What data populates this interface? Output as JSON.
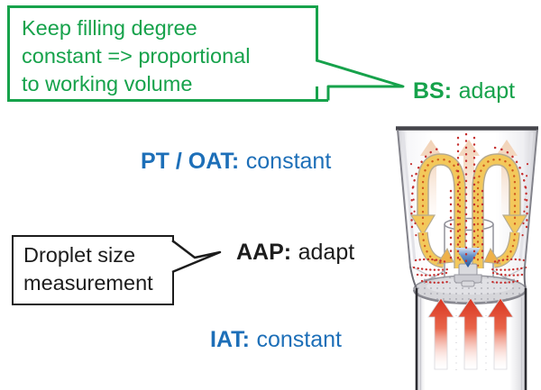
{
  "colors": {
    "green": "#16a24b",
    "blue": "#1d6fb8",
    "dark": "#1c1c1c",
    "yellow": "#f3c85b",
    "yellow-outline": "#b5aa90",
    "dot-orange": "#cf5a1e",
    "dot-red": "#c62f2e",
    "arrow-red": "#da3823",
    "peach": "#f1d2b6",
    "plate-grey": "#d6d6da",
    "wall-grey": "#83838b",
    "wall-dark": "#2c2c31"
  },
  "callouts": {
    "filling_degree": {
      "lines": [
        "Keep filling degree",
        "constant => proportional",
        "to working volume"
      ]
    },
    "droplet_size": {
      "lines": [
        "Droplet size",
        "measurement"
      ]
    }
  },
  "labels": {
    "bs": {
      "key": "BS:",
      "value": "adapt"
    },
    "pt_oat": {
      "key": "PT / OAT:",
      "value": "constant"
    },
    "aap": {
      "key": "AAP:",
      "value": "adapt"
    },
    "iat": {
      "key": "IAT:",
      "value": "constant"
    }
  },
  "illustration": {
    "name": "wurster-fluid-bed-coater"
  }
}
